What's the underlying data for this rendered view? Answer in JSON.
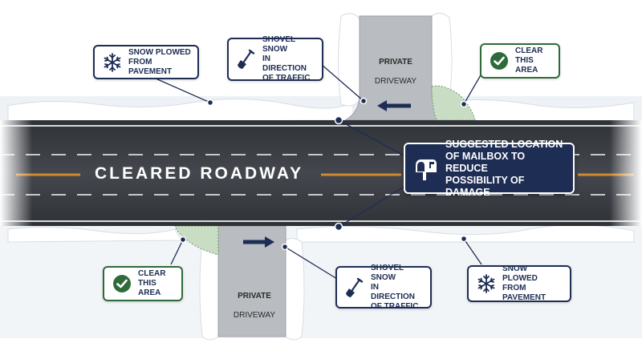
{
  "road": {
    "label": "CLEARED ROADWAY"
  },
  "driveways": {
    "top": {
      "line1": "PRIVATE",
      "line2": "DRIVEWAY"
    },
    "bottom": {
      "line1": "PRIVATE",
      "line2": "DRIVEWAY"
    }
  },
  "callouts": {
    "snow_plowed_top": {
      "text": "SNOW PLOWED\nFROM PAVEMENT",
      "icon": "snowflake-icon"
    },
    "shovel_top": {
      "text": "SHOVEL SNOW\nIN DIRECTION\nOF TRAFFIC",
      "icon": "shovel-icon"
    },
    "clear_top": {
      "text": "CLEAR\nTHIS AREA",
      "icon": "check-circle-icon"
    },
    "mailbox": {
      "text": "SUGGESTED LOCATION\nOF MAILBOX TO REDUCE\nPOSSIBILITY OF DAMAGE",
      "icon": "mailbox-icon"
    },
    "clear_bottom": {
      "text": "CLEAR\nTHIS AREA",
      "icon": "check-circle-icon"
    },
    "shovel_bottom": {
      "text": "SHOVEL SNOW\nIN DIRECTION\nOF TRAFFIC",
      "icon": "shovel-icon"
    },
    "snow_plowed_bottom": {
      "text": "SNOW PLOWED\nFROM PAVEMENT",
      "icon": "snowflake-icon"
    }
  },
  "colors": {
    "navy": "#1e2d54",
    "green": "#2f6b3a",
    "asphalt": "#3b3e44",
    "driveway": "#b9bcc0",
    "snow": "#f4f7fa",
    "clear_area": "#c9ddc4",
    "center_line": "#d08a2c"
  }
}
